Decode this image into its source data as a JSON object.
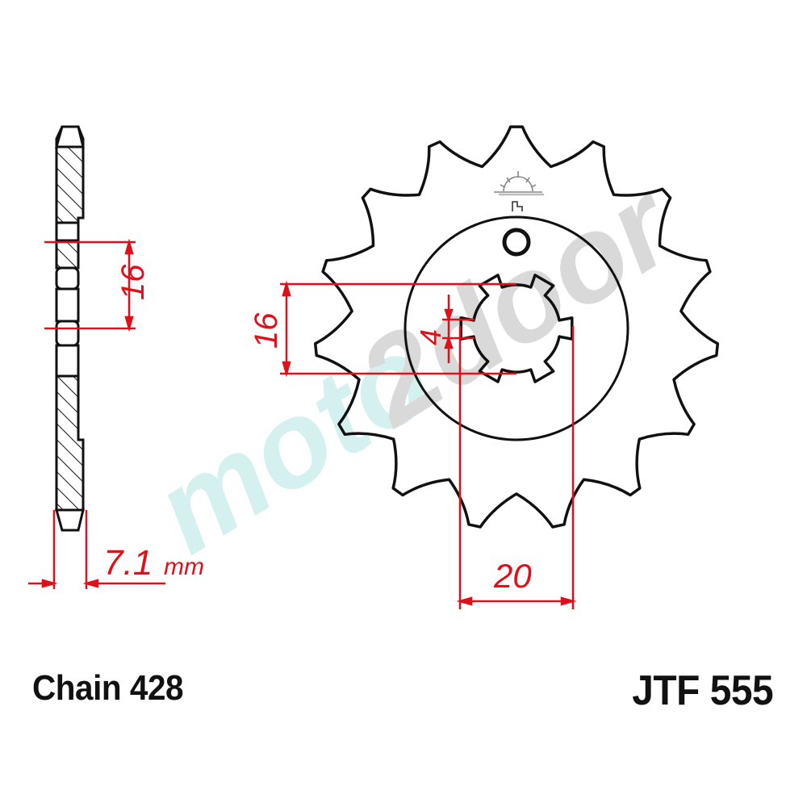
{
  "chain": {
    "label": "Chain 428"
  },
  "part": {
    "number": "JTF 555"
  },
  "side_view": {
    "spline_pitch_label": "16",
    "thickness_value": "7.1",
    "thickness_unit": "mm"
  },
  "front_view": {
    "spline_span_label": "16",
    "spline_tooth_width_label": "4",
    "spline_diameter_label": "20"
  },
  "watermark": {
    "part1": "moto",
    "part2": "2door"
  },
  "colors": {
    "outline": "#111111",
    "dimension": "#e0101a",
    "watermark_cyan": "#d4f0ef",
    "watermark_gray": "#d9d9d9",
    "background": "#ffffff"
  }
}
